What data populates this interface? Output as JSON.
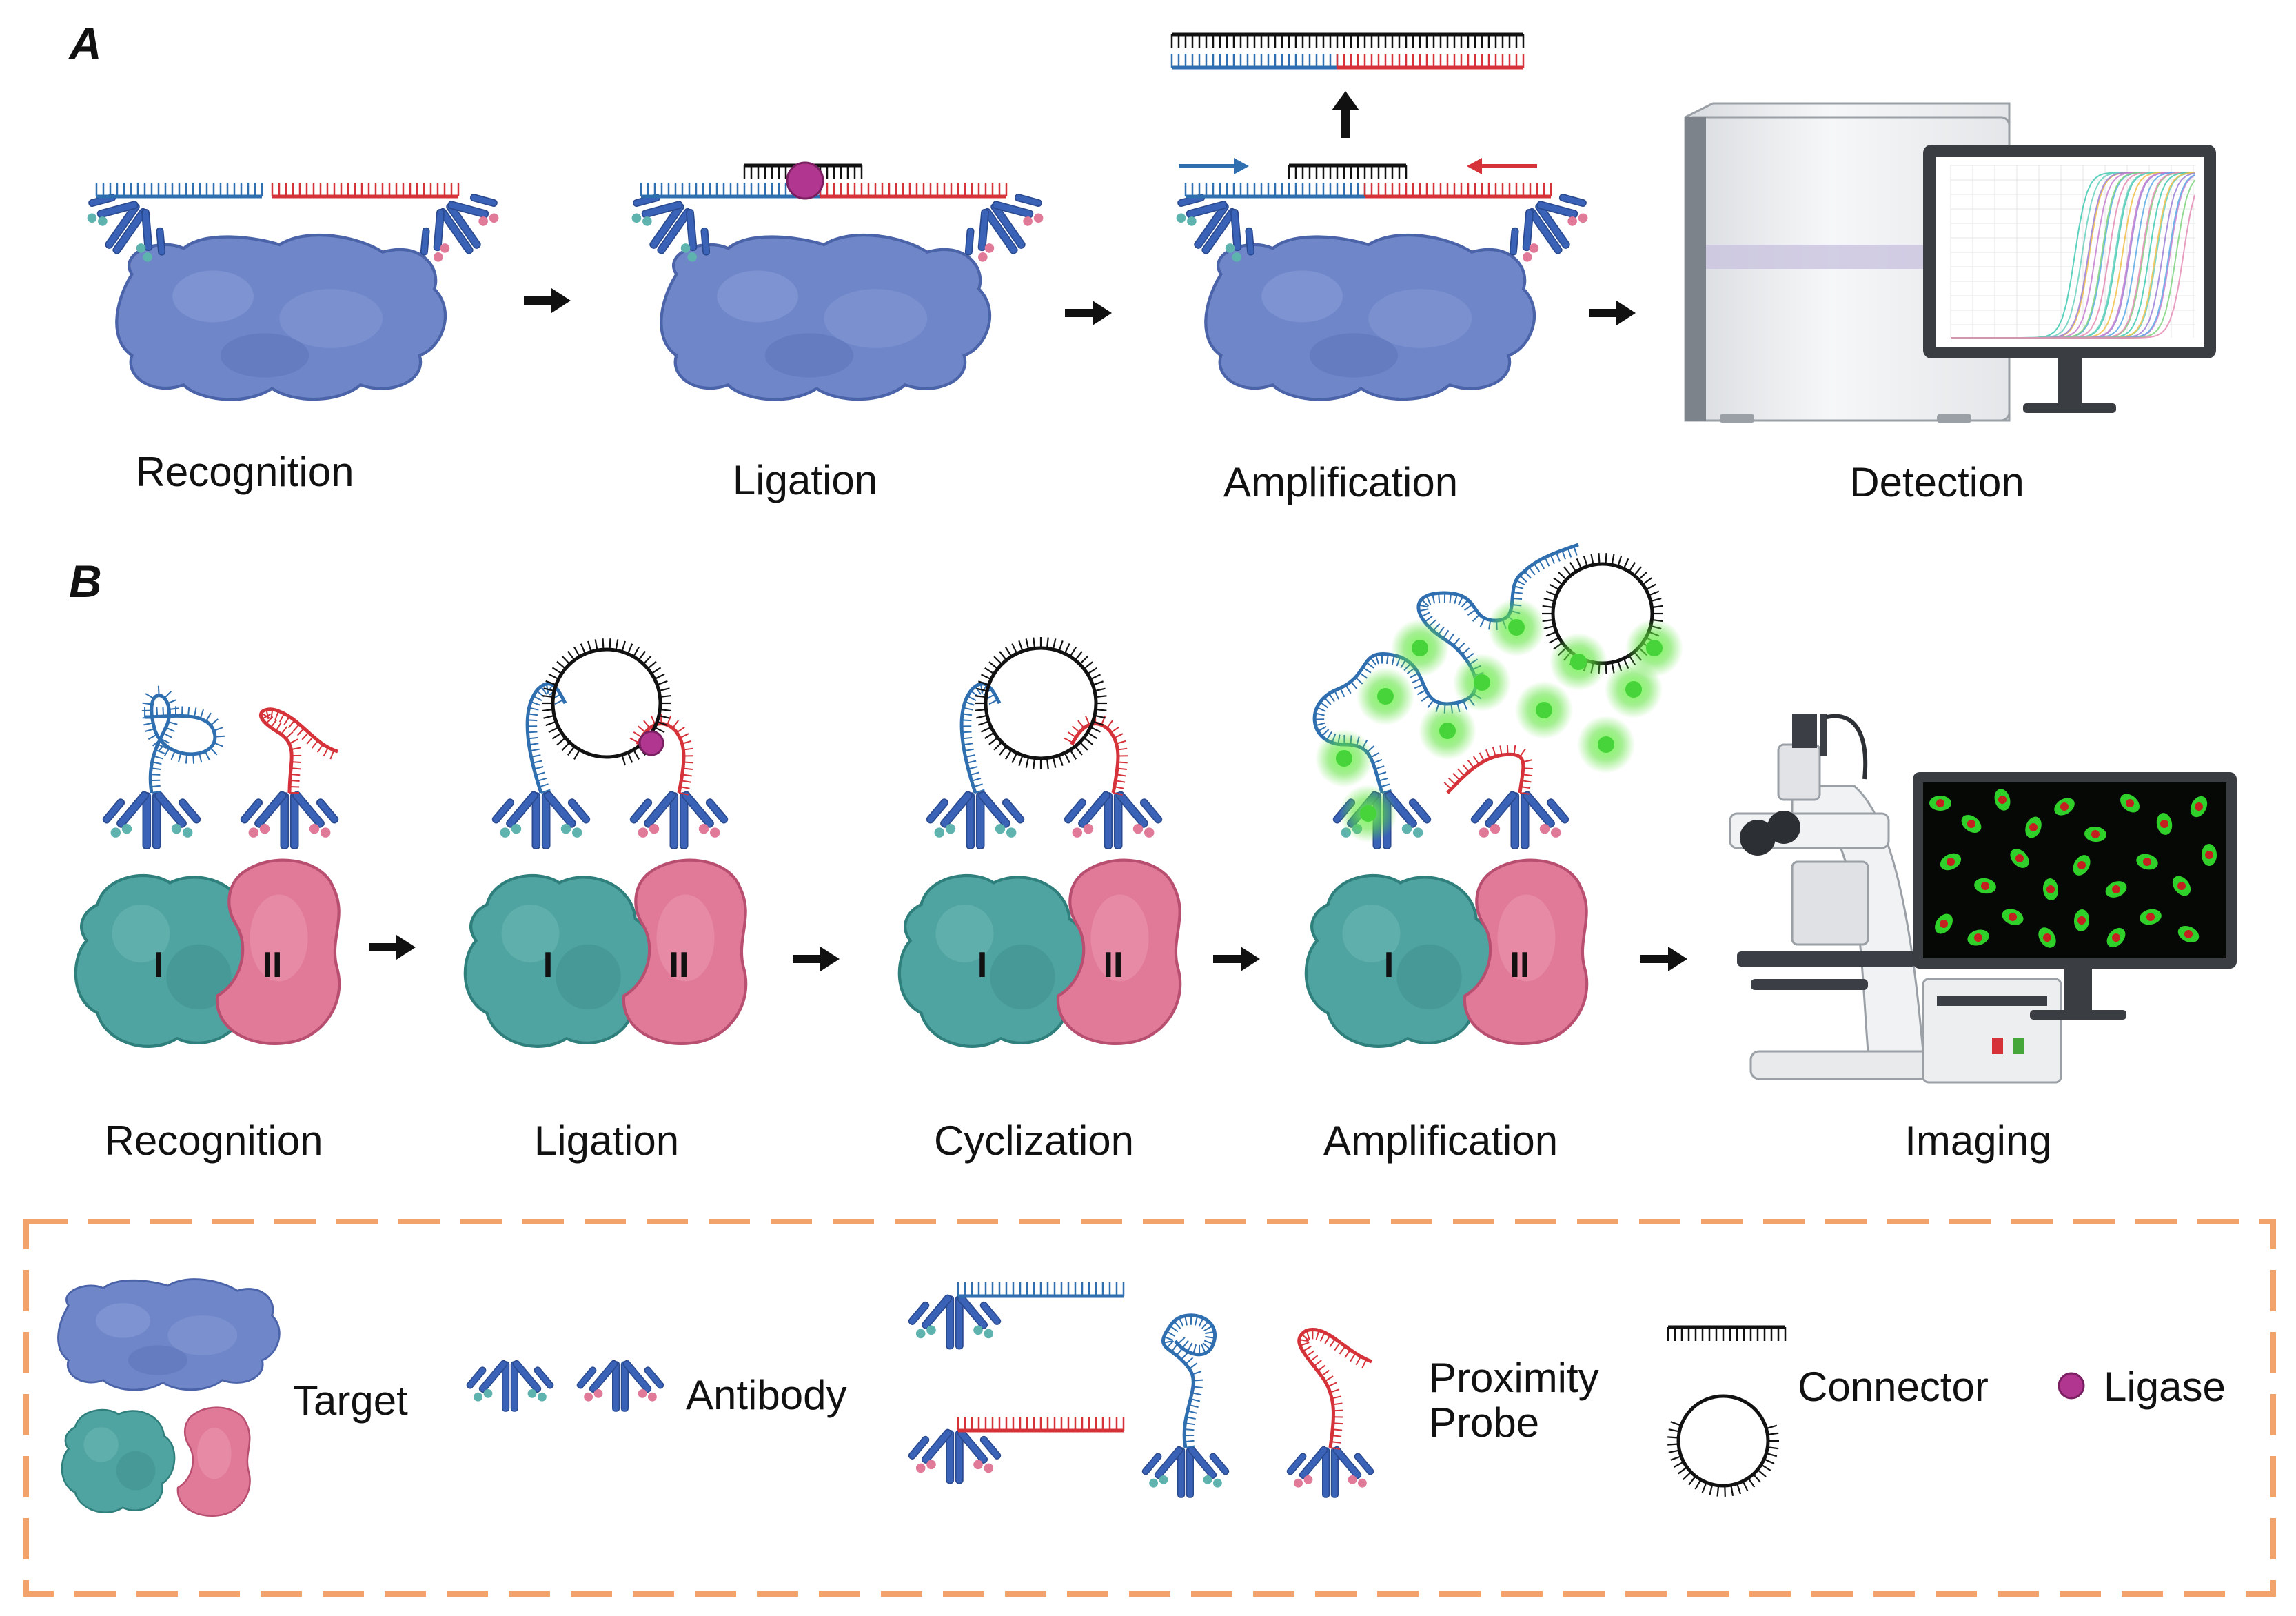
{
  "panel_a": {
    "letter": "A",
    "steps": [
      "Recognition",
      "Ligation",
      "Amplification",
      "Detection"
    ]
  },
  "panel_b": {
    "letter": "B",
    "steps": [
      "Recognition",
      "Ligation",
      "Cyclization",
      "Amplification",
      "Imaging"
    ],
    "protein_labels": [
      "I",
      "II"
    ]
  },
  "legend": {
    "target": "Target",
    "antibody": "Antibody",
    "proximity_probe": [
      "Proximity",
      "Probe"
    ],
    "connector": "Connector",
    "ligase": "Ligase"
  },
  "colors": {
    "blue_target": "#6f86c9",
    "teal_protein": "#4fa3a0",
    "pink_protein": "#e07a98",
    "dna_blue": "#2f6fb0",
    "dna_red": "#d6323a",
    "ligase": "#b0368f",
    "legend_border": "#f2a36b"
  }
}
